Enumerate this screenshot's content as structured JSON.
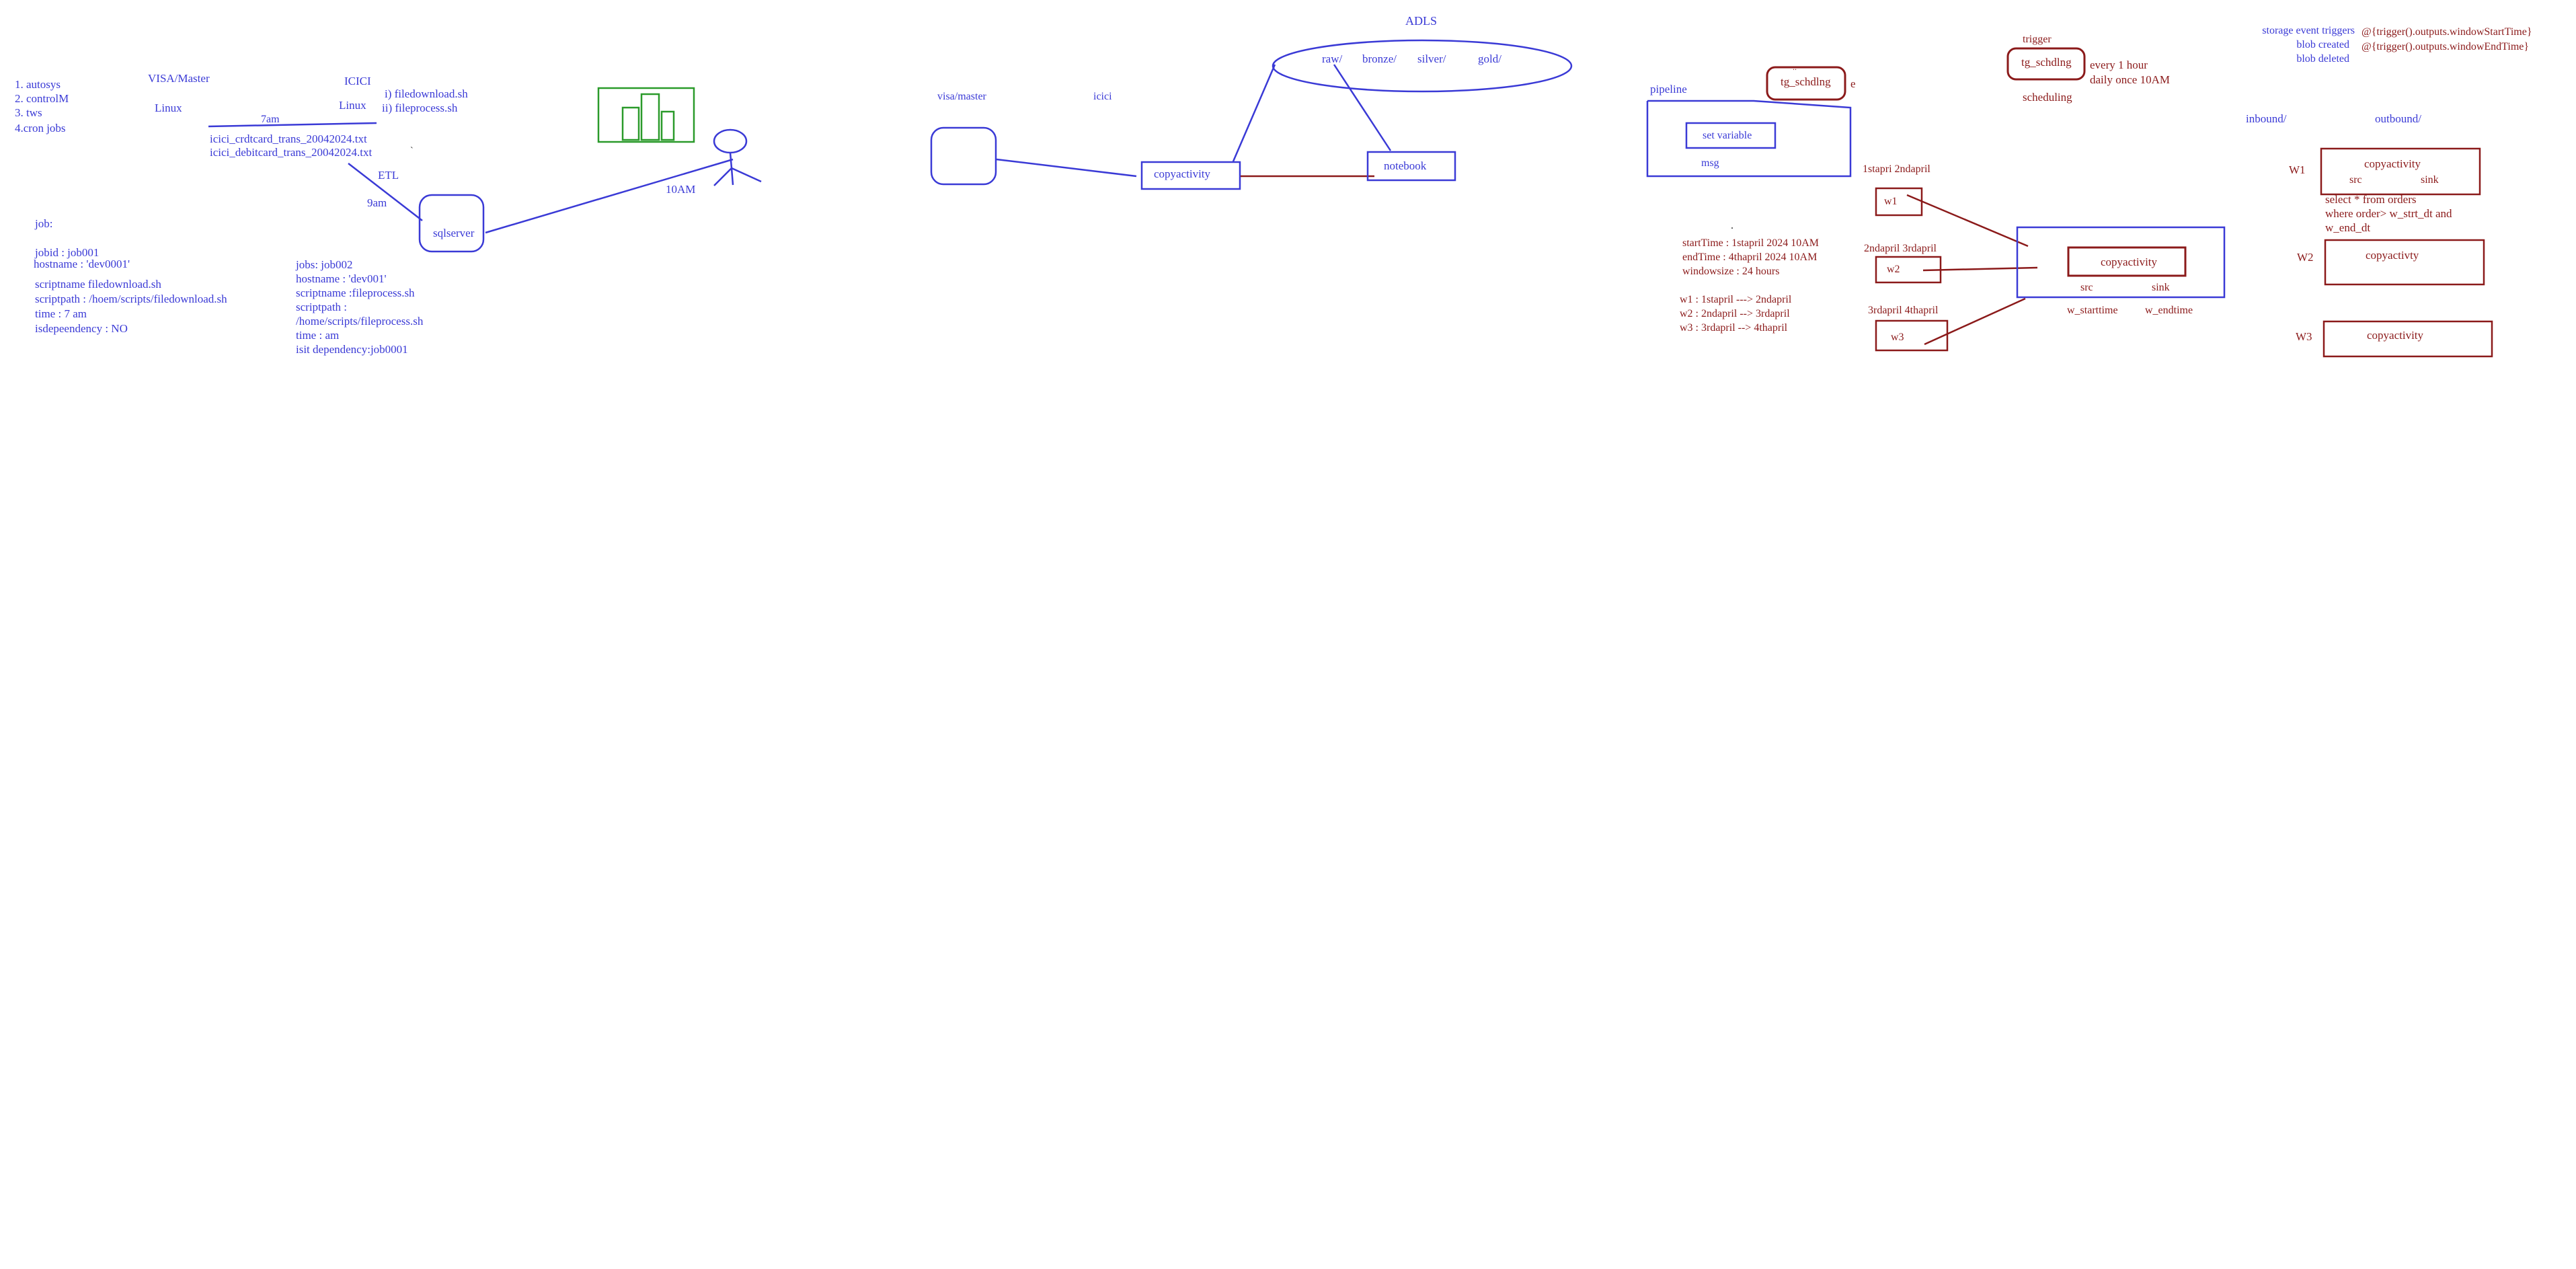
{
  "colors": {
    "blue": "#3a3ad6",
    "red": "#8b1a1a",
    "green": "#2a9a2a"
  },
  "left": {
    "schedulers": [
      "1. autosys",
      "2. controlM",
      "3. tws",
      "4.cron jobs"
    ],
    "visa_master": "VISA/Master",
    "linux_1": "Linux",
    "icici": "ICICI",
    "linux_2": "Linux",
    "scripts": [
      "i) filedownload.sh",
      "ii) fileprocess.sh"
    ],
    "time_7am": "7am",
    "files": [
      "icici_crdtcard_trans_20042024.txt",
      "icici_debitcard_trans_20042024.txt"
    ],
    "etl": "ETL",
    "time_9am": "9am",
    "sqlserver": "sqlserver",
    "time_10am": "10AM",
    "chart_icon": "bar-chart-icon",
    "person_icon": "person-icon",
    "job_label": "job:",
    "job1": [
      "jobid : job001",
      "hostname : 'dev0001'",
      "scriptname filedownload.sh",
      "scriptpath : /hoem/scripts/filedownload.sh",
      "time : 7 am",
      "isdepeendency : NO"
    ],
    "job2": [
      "jobs: job002",
      "hostname : 'dev001'",
      "scriptname  :fileprocess.sh",
      "scriptpath :",
      "/home/scripts/fileprocess.sh",
      "time : am",
      "isit dependency:job0001"
    ]
  },
  "middle": {
    "adls": "ADLS",
    "layers": [
      "raw/",
      "bronze/",
      "silver/",
      "gold/"
    ],
    "visa_master": "visa/master",
    "icici": "icici",
    "copyactivity": "copyactivity",
    "notebook": "notebook"
  },
  "pipeline": {
    "label": "pipeline",
    "set_variable": "set variable",
    "msg": "msg",
    "trigger_box": "tg_schdlng",
    "trigger_tail": "e",
    "dot": ".",
    "window_info": [
      "startTime : 1stapril 2024  10AM",
      "endTime   : 4thapril 2024  10AM",
      "windowsize : 24 hours"
    ],
    "windows_text": [
      "w1 :     1stapril ---> 2ndapril",
      "w2 :     2ndapril  --> 3rdapril",
      "w3 :     3rdapril  --> 4thapril"
    ],
    "w1_dates": "1stapri    2ndapril",
    "w2_dates": "2ndapril    3rdapril",
    "w3_dates": "3rdapril     4thapril",
    "windows": [
      "w1",
      "w2",
      "w3"
    ],
    "copyactivity": "copyactivity",
    "src": "src",
    "sink": "sink",
    "w_starttime": "w_starttime",
    "w_endtime": "w_endtime"
  },
  "trigger": {
    "title": "trigger",
    "box": "tg_schdlng",
    "every": "every 1 hour",
    "daily": "daily   once     10AM",
    "scheduling": "scheduling"
  },
  "storage": {
    "events": [
      "storage event triggers",
      "blob created",
      "blob deleted"
    ],
    "exprs": [
      "@{trigger().outputs.windowStartTime}",
      "@{trigger().outputs.windowEndTime}"
    ],
    "inbound": "inbound/",
    "outbound": "outbound/",
    "windows": [
      "W1",
      "W2",
      "W3"
    ],
    "copy_labels": [
      "copyactivity",
      "copyactivty",
      "copyactivity"
    ],
    "src": "src",
    "sink": "sink",
    "query": [
      "select * from orders",
      "where order> w_strt_dt and",
      "w_end_dt"
    ]
  }
}
